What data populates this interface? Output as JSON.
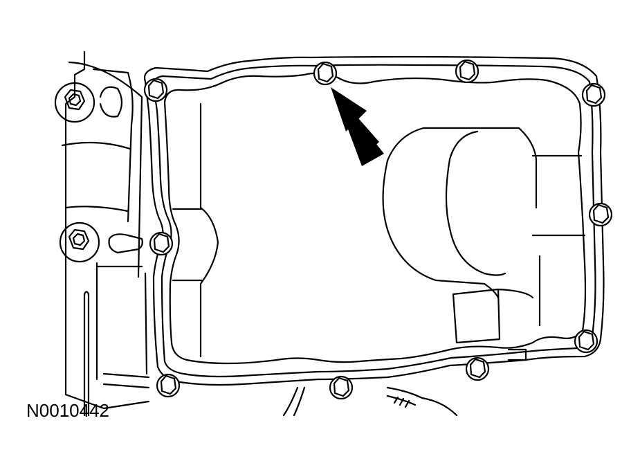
{
  "figure": {
    "id_label": "N0010442"
  },
  "colors": {
    "ink": "#000000",
    "paper": "#ffffff"
  },
  "components": {
    "oil_pan": "oil-pan",
    "bolts": [
      "pan-bolt",
      "pan-bolt",
      "pan-bolt",
      "pan-bolt",
      "pan-bolt",
      "pan-bolt",
      "pan-bolt",
      "pan-bolt",
      "pan-bolt",
      "pan-bolt"
    ],
    "indicator": "arrow-pointer"
  }
}
